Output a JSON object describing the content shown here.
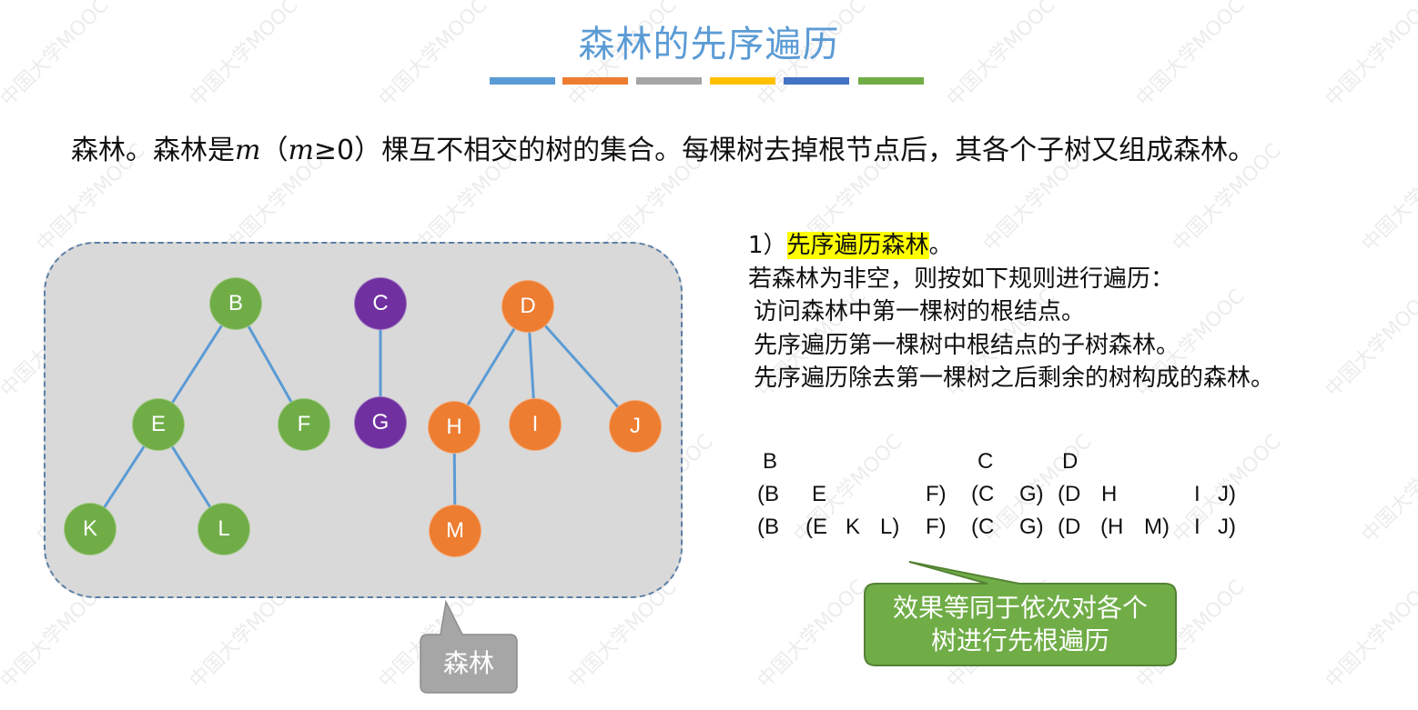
{
  "title": "森林的先序遍历",
  "color_bar": [
    "#5b9bd5",
    "#ed7d31",
    "#a5a5a5",
    "#ffc000",
    "#4472c4",
    "#70ad47"
  ],
  "definition": {
    "part1": "森林。森林是",
    "m1": "m",
    "part2": "（",
    "m2": "m",
    "part3": "≥0）棵互不相交的树的集合。每棵树去掉根节点后，其各个子树又组成森林。"
  },
  "forest": {
    "nodes": [
      {
        "id": "B",
        "label": "B",
        "color": "green"
      },
      {
        "id": "E",
        "label": "E",
        "color": "green"
      },
      {
        "id": "F",
        "label": "F",
        "color": "green"
      },
      {
        "id": "K",
        "label": "K",
        "color": "green"
      },
      {
        "id": "L",
        "label": "L",
        "color": "green"
      },
      {
        "id": "C",
        "label": "C",
        "color": "purple"
      },
      {
        "id": "G",
        "label": "G",
        "color": "purple"
      },
      {
        "id": "D",
        "label": "D",
        "color": "orange"
      },
      {
        "id": "H",
        "label": "H",
        "color": "orange"
      },
      {
        "id": "I",
        "label": "I",
        "color": "orange"
      },
      {
        "id": "J",
        "label": "J",
        "color": "orange"
      },
      {
        "id": "M",
        "label": "M",
        "color": "orange"
      }
    ],
    "edges": [
      [
        "B",
        "E"
      ],
      [
        "B",
        "F"
      ],
      [
        "E",
        "K"
      ],
      [
        "E",
        "L"
      ],
      [
        "C",
        "G"
      ],
      [
        "D",
        "H"
      ],
      [
        "D",
        "I"
      ],
      [
        "D",
        "J"
      ],
      [
        "H",
        "M"
      ]
    ],
    "colors": {
      "green": "#70ad47",
      "purple": "#7030a0",
      "orange": "#ed7d31",
      "edge": "#5b9bd5"
    }
  },
  "forest_callout": "森林",
  "rules": {
    "num": "1）",
    "heading": "先序遍历森林",
    "heading_end": "。",
    "line1": "若森林为非空，则按如下规则进行遍历：",
    "line2": "访问森林中第一棵树的根结点。",
    "line3": "先序遍历第一棵树中根结点的子树森林。",
    "line4": "先序遍历除去第一棵树之后剩余的树构成的森林。"
  },
  "sequence": {
    "row1": [
      "B",
      "C",
      "D"
    ],
    "row2": [
      "(B",
      "E",
      "F)",
      "(C",
      "G)",
      "(D",
      "H",
      "I",
      "J)"
    ],
    "row3": [
      "(B",
      "(E",
      "K",
      "L)",
      "F)",
      "(C",
      "G)",
      "(D",
      "(H",
      "M)",
      "I",
      "J)"
    ]
  },
  "effect_callout": {
    "line1": "效果等同于依次对各个",
    "line2": "树进行先根遍历"
  },
  "watermark": "中国大学MOOC"
}
